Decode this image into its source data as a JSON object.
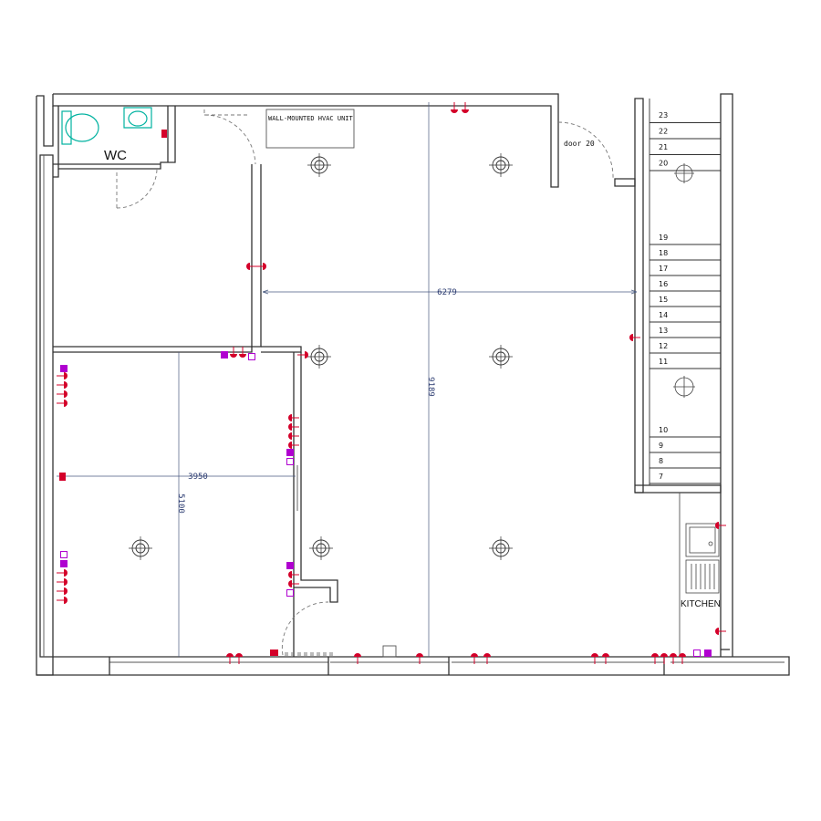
{
  "rooms": {
    "wc": "WC",
    "kitchen": "KITCHEN"
  },
  "labels": {
    "hvac": "WALL-MOUNTED HVAC UNIT",
    "door": "door 20"
  },
  "dimensions": {
    "horizontal_main": "6279",
    "horizontal_room": "3950",
    "vertical_main": "9189",
    "vertical_room": "5100"
  },
  "stairs": {
    "upper": [
      "23",
      "22",
      "21",
      "20"
    ],
    "middle": [
      "19",
      "18",
      "17",
      "16",
      "15",
      "14",
      "13",
      "12",
      "11"
    ],
    "lower": [
      "10",
      "9",
      "8",
      "7"
    ]
  },
  "colors": {
    "socket": "#d4002a",
    "data_outlet": "#b000d0",
    "wall": "#333333",
    "sanitary": "#00b2a0",
    "dimension": "#2a3a70"
  }
}
